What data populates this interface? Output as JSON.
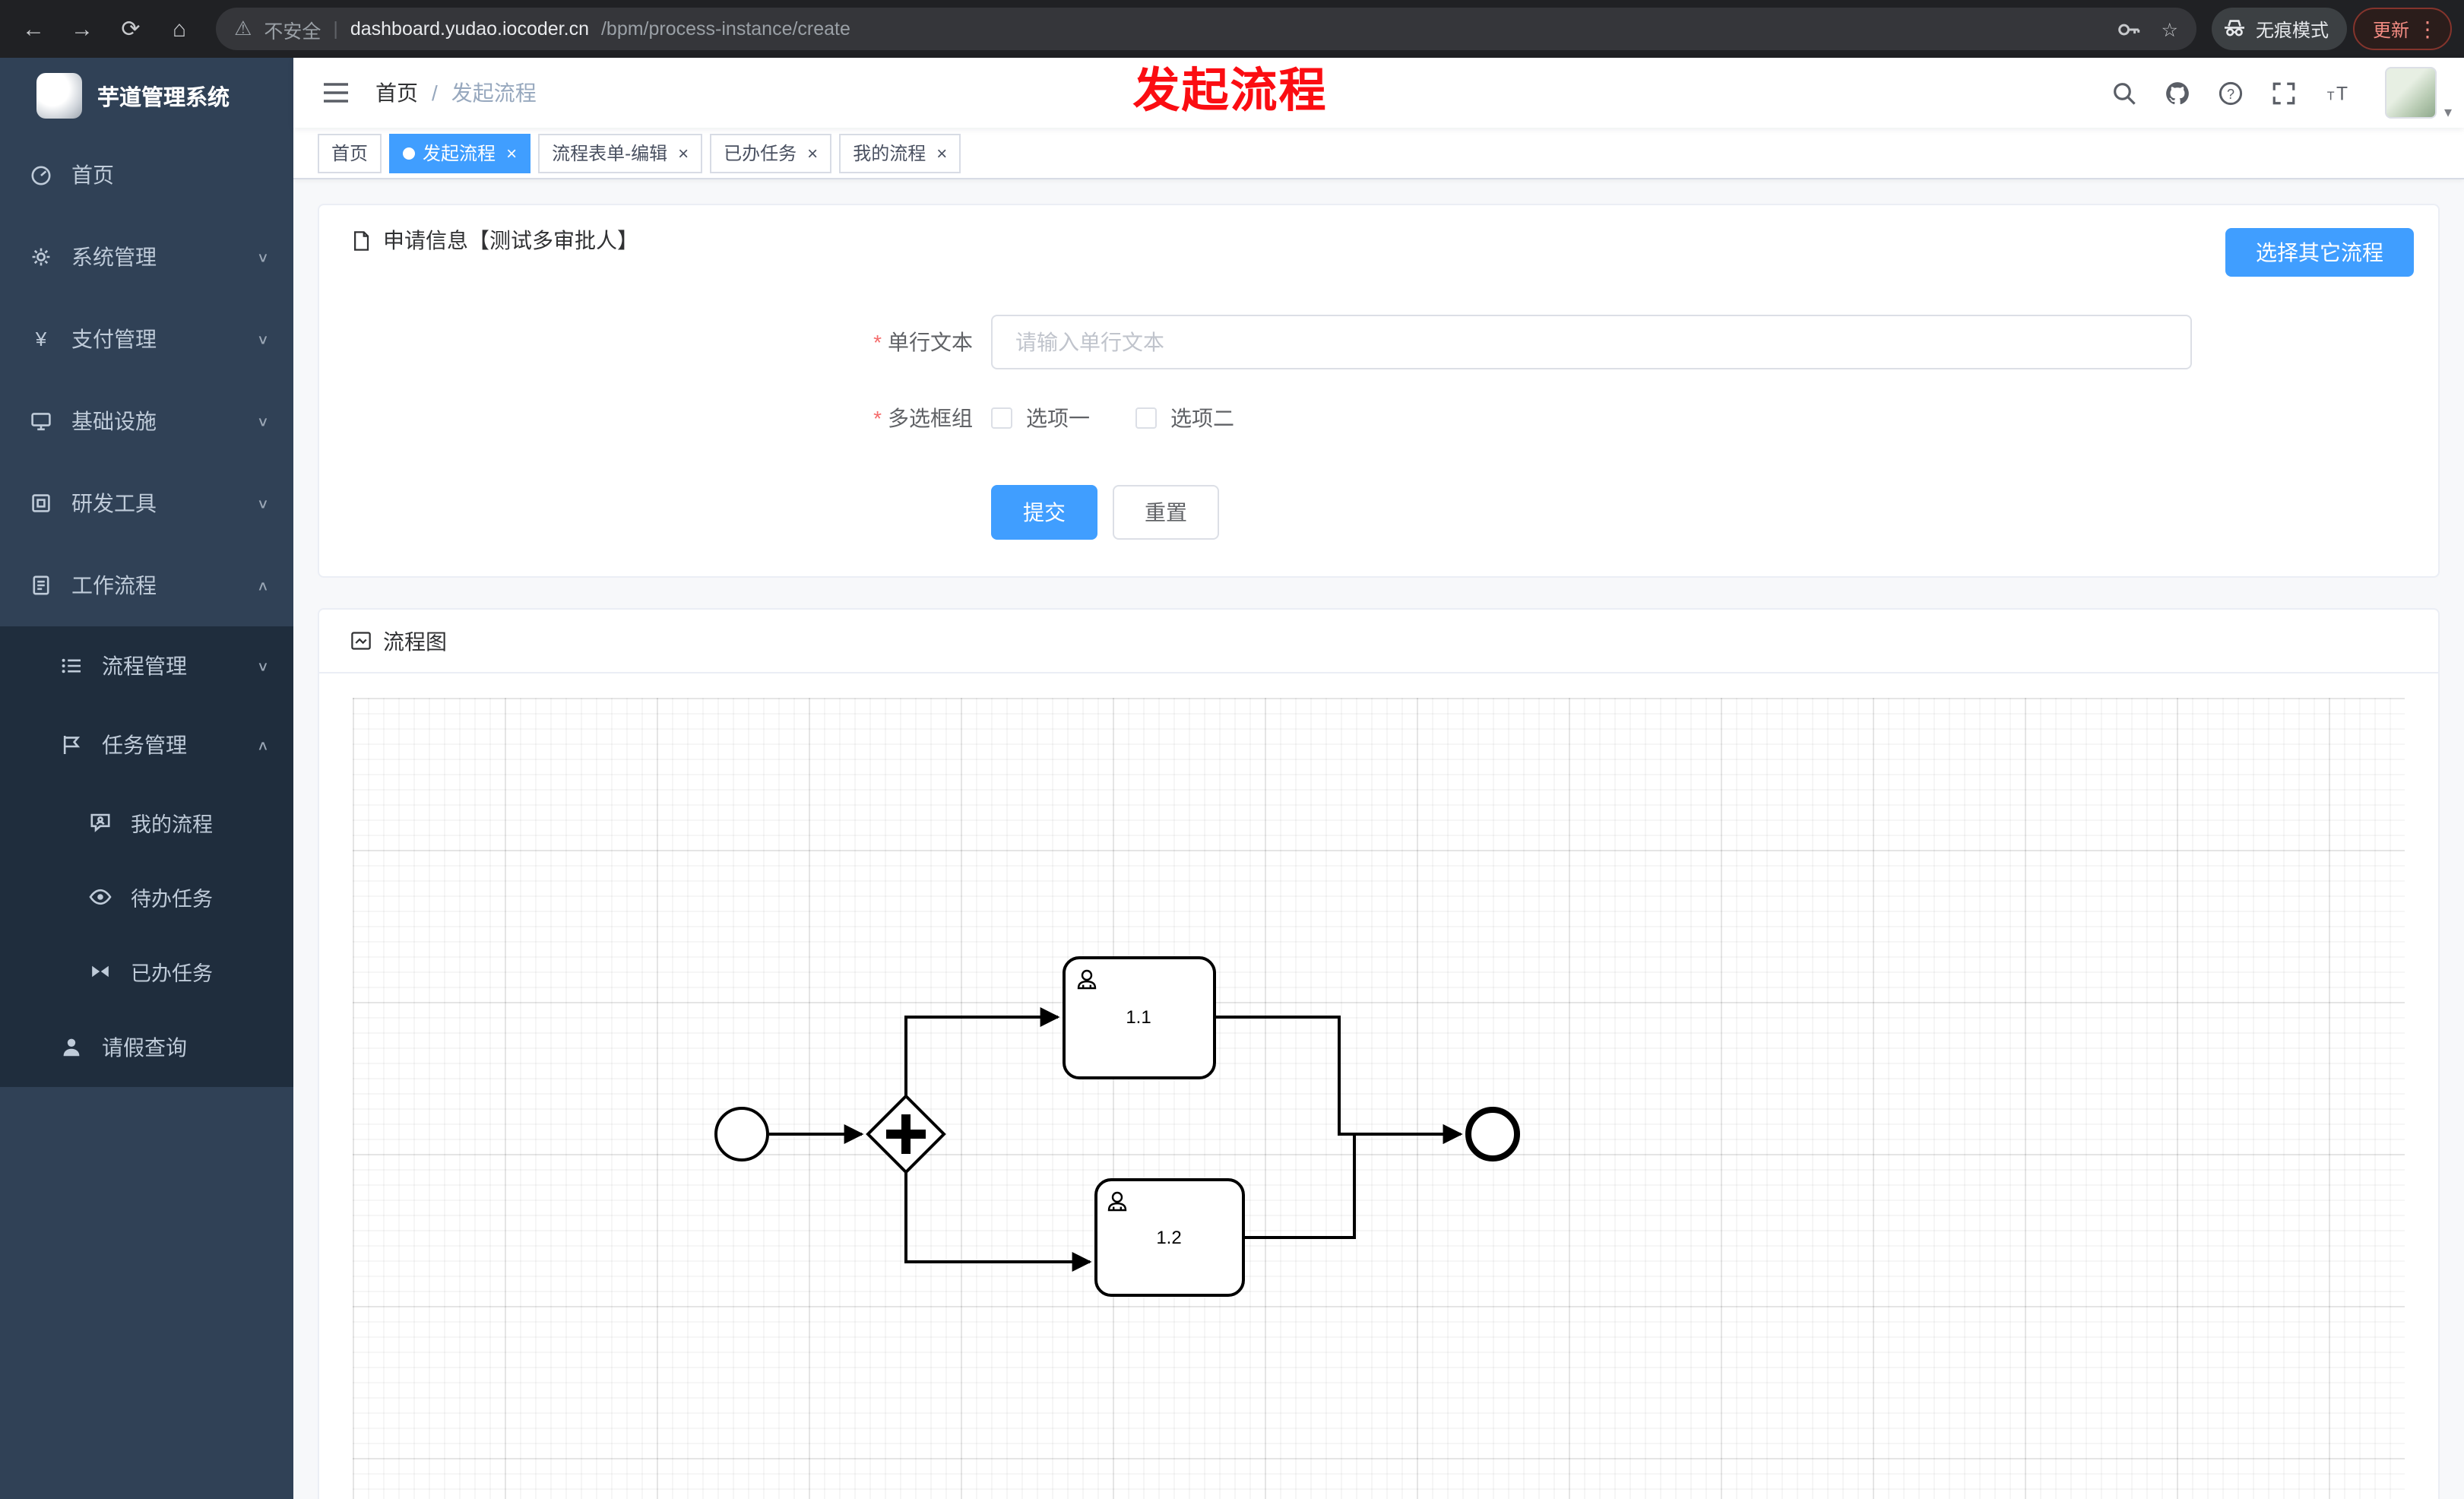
{
  "colors": {
    "accent": "#409eff",
    "sidebar_bg": "#304156",
    "submenu_bg": "#1f2d3d",
    "chrome_bg": "#202124",
    "update_red": "#f28b82",
    "annotation_red": "#fb0d12"
  },
  "icons": {
    "back": "←",
    "forward": "→",
    "refresh": "⟳",
    "home": "⌂",
    "warning": "⚠",
    "star": "☆",
    "dots": "⋮",
    "divider": "|",
    "chevron_down": "∨",
    "chevron_up": "∧",
    "caret_down": "▾",
    "close": "×",
    "slash": "/",
    "yen": "¥",
    "question": "?",
    "font_t": "T"
  },
  "chrome": {
    "security_label": "不安全",
    "url_host": "dashboard.yudao.iocoder.cn",
    "url_path": "/bpm/process-instance/create",
    "incognito_label": "无痕模式",
    "update_label": "更新"
  },
  "annotation": {
    "text": "发起流程"
  },
  "sidebar": {
    "logo_title": "芋道管理系统",
    "items": [
      {
        "label": "首页"
      },
      {
        "label": "系统管理"
      },
      {
        "label": "支付管理"
      },
      {
        "label": "基础设施"
      },
      {
        "label": "研发工具"
      },
      {
        "label": "工作流程"
      },
      {
        "label": "流程管理"
      },
      {
        "label": "任务管理"
      },
      {
        "label": "我的流程"
      },
      {
        "label": "待办任务"
      },
      {
        "label": "已办任务"
      },
      {
        "label": "请假查询"
      }
    ]
  },
  "navbar": {
    "breadcrumb": {
      "home": "首页",
      "current": "发起流程"
    }
  },
  "tabs": [
    {
      "label": "首页"
    },
    {
      "label": "发起流程"
    },
    {
      "label": "流程表单-编辑"
    },
    {
      "label": "已办任务"
    },
    {
      "label": "我的流程"
    }
  ],
  "form_card": {
    "title": "申请信息【测试多审批人】",
    "choose_other_button": "选择其它流程",
    "required_mark": "*",
    "text_field_label": "单行文本",
    "text_field_placeholder": "请输入单行文本",
    "checkbox_group_label": "多选框组",
    "checkbox_option_1": "选项一",
    "checkbox_option_2": "选项二",
    "submit_button": "提交",
    "reset_button": "重置"
  },
  "diagram_card": {
    "title": "流程图",
    "task_top_label": "1.1",
    "task_bottom_label": "1.2"
  }
}
